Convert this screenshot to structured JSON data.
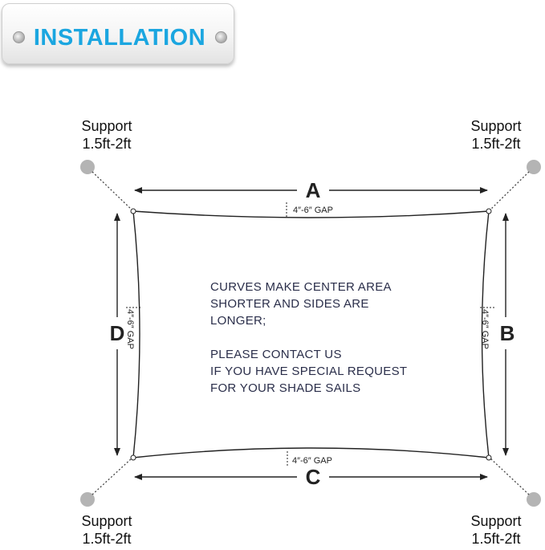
{
  "banner": {
    "title": "INSTALLATION"
  },
  "supports": {
    "top_left": {
      "line1": "Support",
      "line2": "1.5ft-2ft"
    },
    "top_right": {
      "line1": "Support",
      "line2": "1.5ft-2ft"
    },
    "bottom_left": {
      "line1": "Support",
      "line2": "1.5ft-2ft"
    },
    "bottom_right": {
      "line1": "Support",
      "line2": "1.5ft-2ft"
    }
  },
  "sides": {
    "top": "A",
    "right": "B",
    "bottom": "C",
    "left": "D"
  },
  "gap_label": "4″-6″ GAP",
  "note": {
    "line1": "CURVES MAKE CENTER AREA",
    "line2": "SHORTER AND SIDES ARE",
    "line3": "LONGER;",
    "line4": "PLEASE CONTACT US",
    "line5": "IF YOU HAVE SPECIAL REQUEST",
    "line6": "FOR YOUR SHADE SAILS"
  },
  "colors": {
    "banner_text": "#1ba6e0",
    "support_dot": "#b4b4b4",
    "line": "#222222",
    "note_text": "#2a2e4a"
  }
}
